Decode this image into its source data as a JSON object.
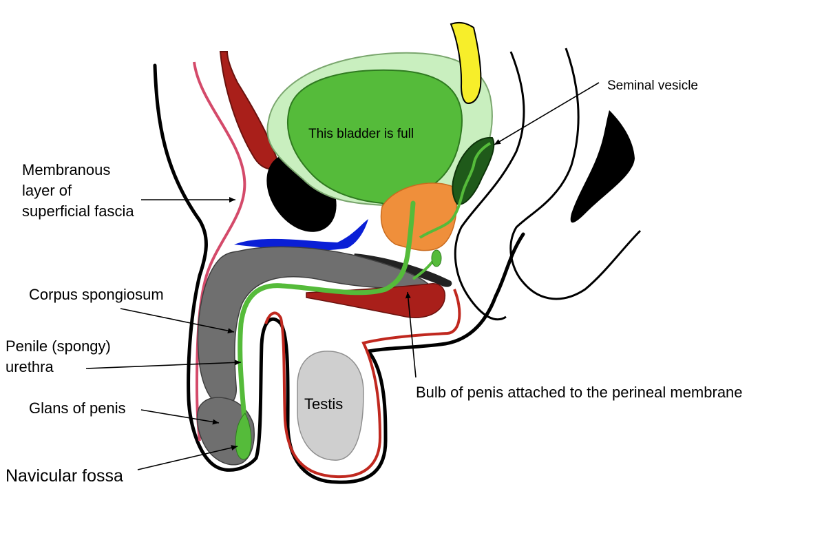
{
  "labels": {
    "seminal_vesicle": "Seminal vesicle",
    "bladder": "This bladder is full",
    "membranous_layer": [
      "Membranous",
      "layer of",
      "superficial fascia"
    ],
    "corpus_spongiosum": "Corpus spongiosum",
    "penile_urethra": [
      "Penile (spongy)",
      "urethra"
    ],
    "glans": "Glans of penis",
    "navicular_fossa": "Navicular fossa",
    "testis": "Testis",
    "bulb": "Bulb of penis attached to the perineal membrane"
  },
  "colors": {
    "outline": "#000000",
    "fascia_pink": "#d44a6a",
    "muscle_red": "#a91f1a",
    "bladder_green": "#55bb3a",
    "bladder_wall_light": "#c9efbf",
    "urethra_green": "#55bb3a",
    "seminal_dark_green": "#1f5a1a",
    "prostate_orange": "#ef8f3b",
    "pubis_black": "#000000",
    "perineal_blue": "#0a1fd6",
    "penis_gray": "#6f6f6f",
    "testis_gray": "#cfcfcf",
    "urachus_yellow": "#f7ee2a",
    "scrotum_red": "#c0281f"
  }
}
